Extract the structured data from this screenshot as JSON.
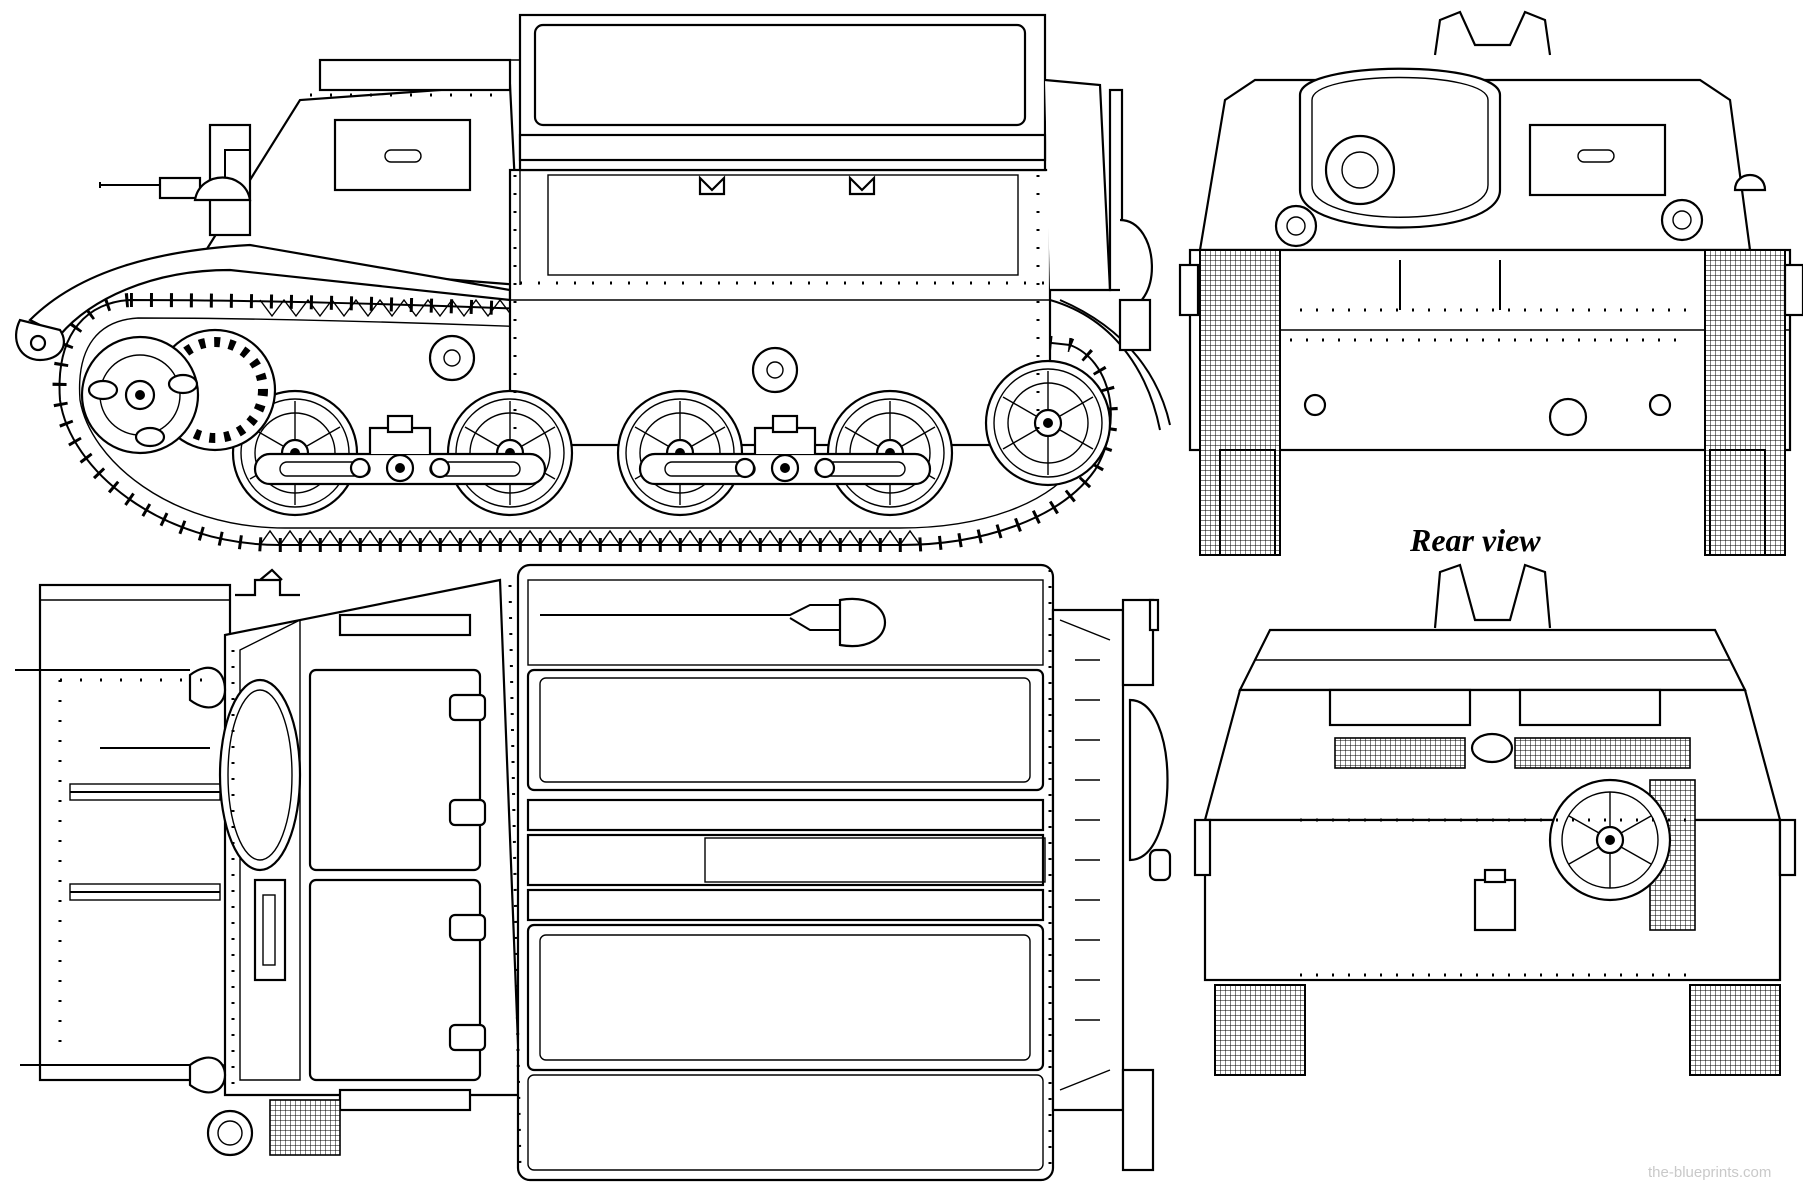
{
  "labels": {
    "rear_view": "Rear view",
    "credit": "the-blueprints.com"
  },
  "views": [
    "side-view",
    "top-view",
    "front-view",
    "rear-view"
  ]
}
